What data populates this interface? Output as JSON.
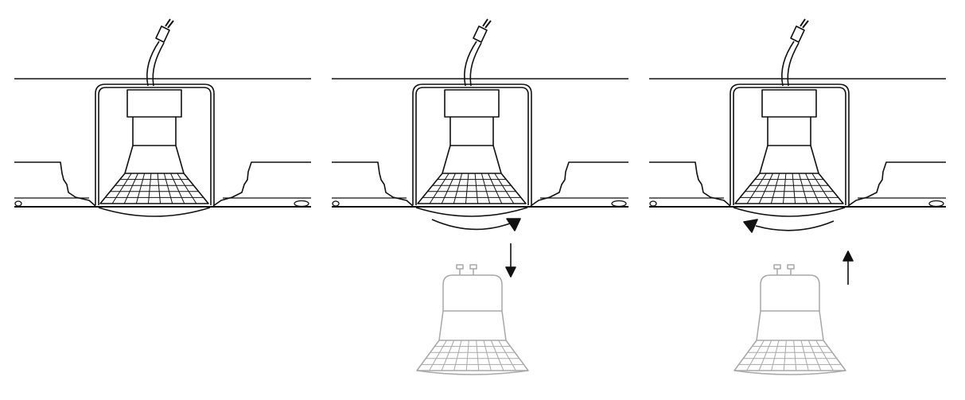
{
  "diagram": {
    "panels": [
      {
        "name": "installed-lamp",
        "rotation": "none",
        "bulb_motion": "none"
      },
      {
        "name": "remove-lamp",
        "rotation": "clockwise",
        "bulb_motion": "down"
      },
      {
        "name": "insert-lamp",
        "rotation": "counterclockwise",
        "bulb_motion": "up"
      }
    ],
    "colors": {
      "line": "#111111",
      "ghost_bulb": "#a8a8a8",
      "background": "#ffffff"
    }
  }
}
